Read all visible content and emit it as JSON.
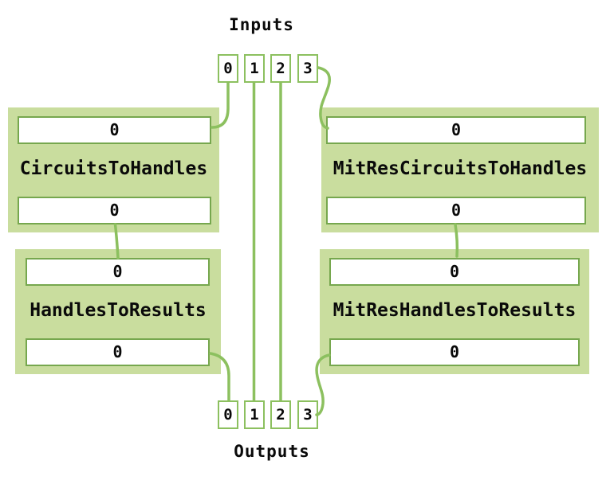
{
  "colors": {
    "container_fill": "#c9dd9e",
    "slot_border": "#76a74e",
    "wire_green": "#8cc05f",
    "text": "#0a0a0a",
    "background": "#ffffff"
  },
  "inputs": {
    "label": "Inputs",
    "indices": [
      "0",
      "1",
      "2",
      "3"
    ]
  },
  "outputs": {
    "label": "Outputs",
    "indices": [
      "0",
      "1",
      "2",
      "3"
    ]
  },
  "blocks": [
    {
      "label": "CircuitsToHandles",
      "top_value": "0",
      "bottom_value": "0"
    },
    {
      "label": "MitResCircuitsToHandles",
      "top_value": "0",
      "bottom_value": "0"
    },
    {
      "label": "HandlesToResults",
      "top_value": "0",
      "bottom_value": "0"
    },
    {
      "label": "MitResHandlesToResults",
      "top_value": "0",
      "bottom_value": "0"
    }
  ]
}
